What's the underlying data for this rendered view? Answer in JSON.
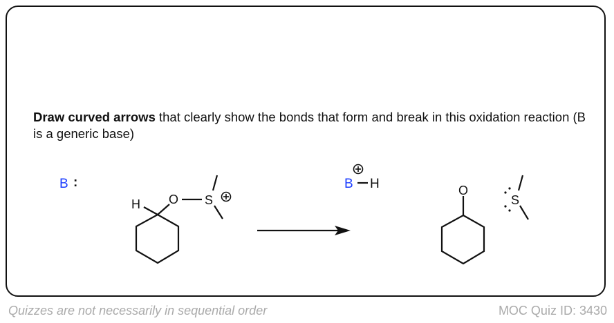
{
  "question": {
    "bold": "Draw curved arrows",
    "rest": " that clearly show the bonds that form and break in this oxidation reaction (B is a generic base)"
  },
  "reactants": {
    "base": "B",
    "base_lone_pair": ":",
    "H": "H",
    "O": "O",
    "S": "S",
    "charge": "+"
  },
  "products": {
    "B": "B",
    "H": "H",
    "charge": "+",
    "O": "O",
    "S": "S"
  },
  "footer": {
    "left": "Quizzes are not necessarily in sequential order",
    "right": "MOC Quiz ID: 3430"
  },
  "colors": {
    "base": "#1a3cff",
    "text": "#111111",
    "footer": "#aaaaaa"
  }
}
